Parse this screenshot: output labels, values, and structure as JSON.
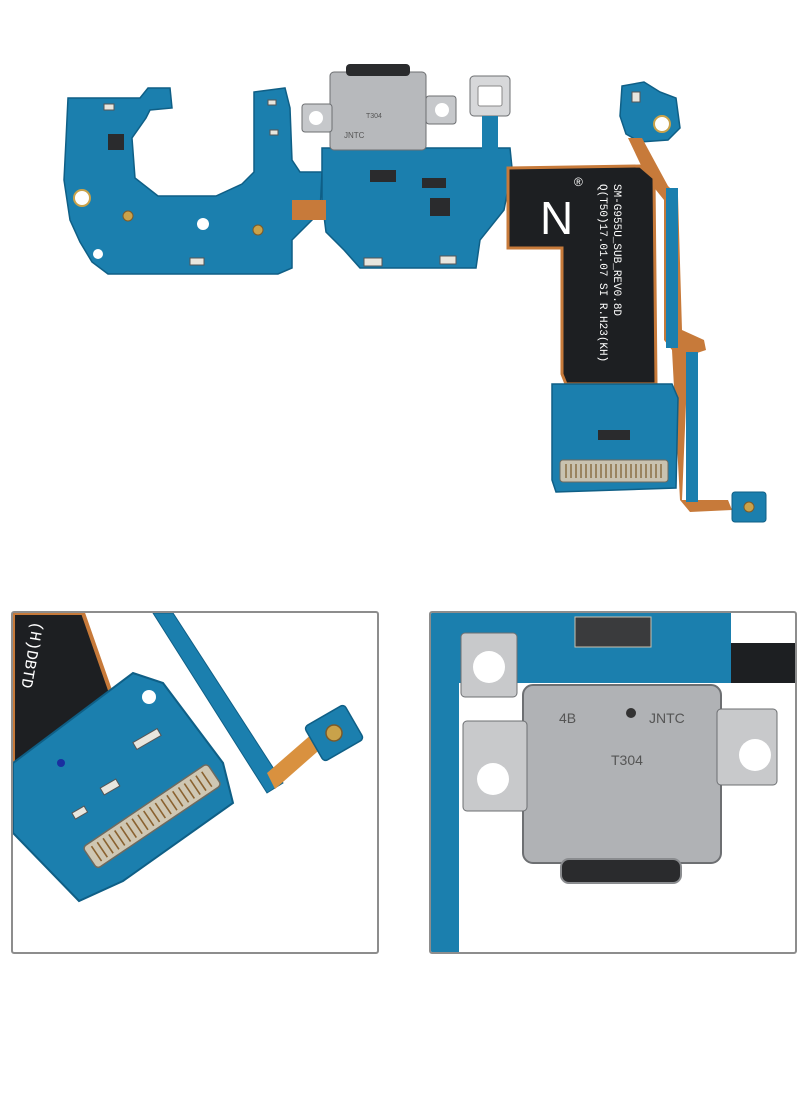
{
  "main_photo": {
    "board_label_line1": "SM-G955U_SUB_REV0.8D",
    "board_label_line2": "Q(T50)17.01.07 SI R.H23(KH)",
    "flex_logo_letter": "N",
    "registered_mark": "®",
    "connector_stamp_top": "T304",
    "connector_stamp_bottom": "JNTC"
  },
  "zoom_left": {
    "board_label_fragment": "(H)DBTD"
  },
  "zoom_right": {
    "stamp_left": "4B",
    "stamp_brand": "JNTC",
    "stamp_code": "T304"
  },
  "colors": {
    "pcb_blue": "#1b7fae",
    "pcb_dark": "#156992",
    "flex_black": "#1d1f22",
    "flex_copper": "#c77a3a",
    "metal": "#b7b9bc",
    "frame": "#8d8d8d"
  }
}
